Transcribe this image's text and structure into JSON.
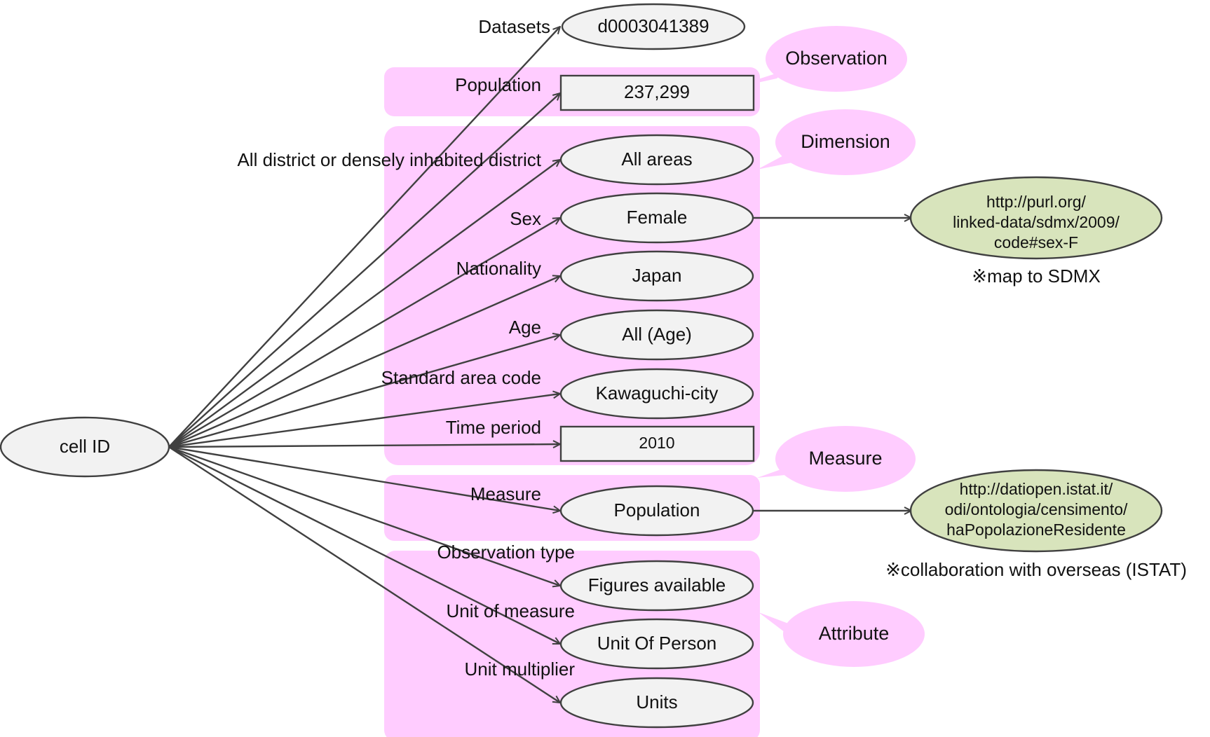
{
  "colors": {
    "group_fill": "#ffccff",
    "node_fill": "#f2f2f2",
    "node_stroke": "#404040",
    "sdmx_fill": "#d8e4bc",
    "edge": "#404040"
  },
  "root": {
    "label": "cell ID"
  },
  "nodes": [
    {
      "id": "datasets",
      "label": "d0003041389",
      "predicate": "Datasets"
    },
    {
      "id": "population-value",
      "label": "237,299",
      "predicate": "Population"
    },
    {
      "id": "all-areas",
      "label": "All areas",
      "predicate": "All district or densely inhabited district"
    },
    {
      "id": "female",
      "label": "Female",
      "predicate": "Sex"
    },
    {
      "id": "japan",
      "label": "Japan",
      "predicate": "Nationality"
    },
    {
      "id": "all-age",
      "label": "All (Age)",
      "predicate": "Age"
    },
    {
      "id": "kawaguchi",
      "label": "Kawaguchi-city",
      "predicate": "Standard area code"
    },
    {
      "id": "time-2010",
      "label": "2010",
      "predicate": "Time period"
    },
    {
      "id": "measure-population",
      "label": "Population",
      "predicate": "Measure"
    },
    {
      "id": "figures-available",
      "label": "Figures available",
      "predicate": "Observation type"
    },
    {
      "id": "unit-of-person",
      "label": "Unit Of Person",
      "predicate": "Unit of measure"
    },
    {
      "id": "units",
      "label": "Units",
      "predicate": "Unit multiplier"
    }
  ],
  "callouts": {
    "observation": "Observation",
    "dimension": "Dimension",
    "measure": "Measure",
    "attribute": "Attribute"
  },
  "external": {
    "sdmx": {
      "lines": [
        "http://purl.org/",
        "linked-data/sdmx/2009/",
        "code#sex-F"
      ],
      "note": "※map to SDMX"
    },
    "istat": {
      "lines": [
        "http://datiopen.istat.it/",
        "odi/ontologia/censimento/",
        "haPopolazioneResidente"
      ],
      "note": "※collaboration with overseas (ISTAT)"
    }
  }
}
